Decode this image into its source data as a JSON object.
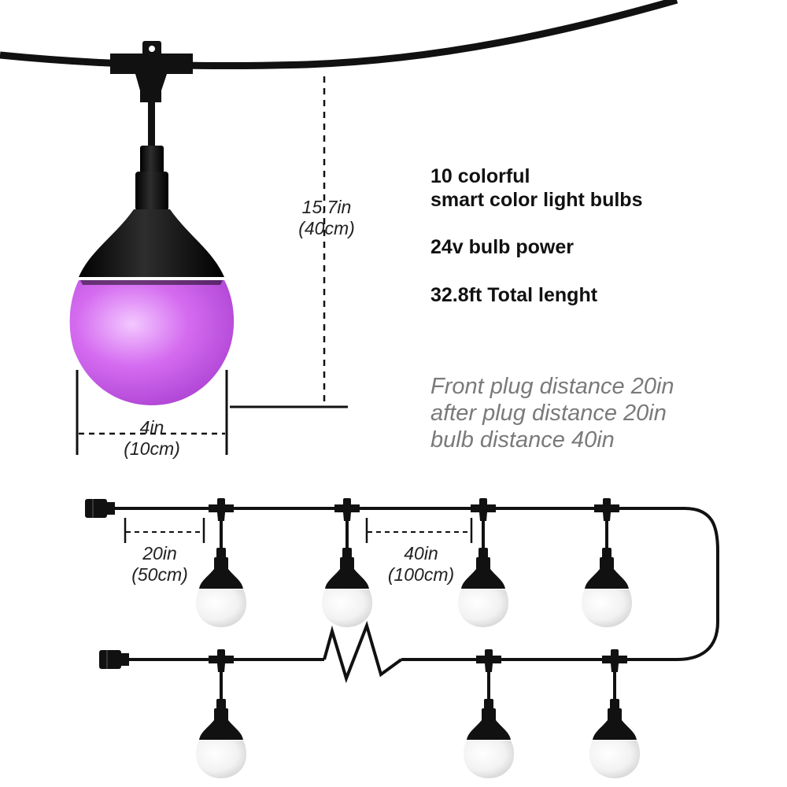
{
  "colors": {
    "cable": "#111111",
    "bulb_lit": "#d56cf0",
    "bulb_white": "#f2f2f2",
    "dim_line": "#111111",
    "note_text": "#7a7a7a"
  },
  "specs": {
    "line1a": "10 colorful",
    "line1b": "smart color light bulbs",
    "line2": "24v bulb power",
    "line3": "32.8ft Total lenght"
  },
  "notes": {
    "line1": "Front plug distance 20in",
    "line2": "after plug distance 20in",
    "line3": "bulb distance 40in"
  },
  "dimensions": {
    "drop": {
      "value": "15.7in",
      "metric": "(40cm)"
    },
    "diameter": {
      "value": "4in",
      "metric": "(10cm)"
    },
    "front_plug": {
      "value": "20in",
      "metric": "(50cm)"
    },
    "bulb_spacing": {
      "value": "40in",
      "metric": "(100cm)"
    }
  },
  "icons": [
    "bulb-pendant-icon",
    "plug-connector-icon",
    "t-connector-icon",
    "zigzag-break-icon"
  ]
}
